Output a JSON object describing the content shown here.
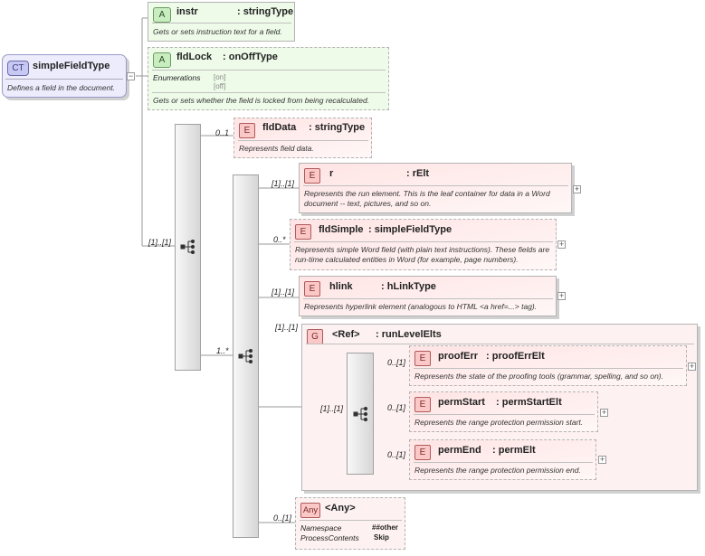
{
  "root": {
    "badge": "CT",
    "name": "simpleFieldType",
    "doc": "Defines a field in the document."
  },
  "attributes": [
    {
      "badge": "A",
      "name": "instr",
      "type": ": stringType",
      "doc": "Gets or sets instruction text for a field."
    },
    {
      "badge": "A",
      "name": "fldLock",
      "type": ": onOffType",
      "enum_label": "Enumerations",
      "enum_values": [
        "[on]",
        "[off]"
      ],
      "doc": "Gets or sets whether the field is locked from being recalculated."
    }
  ],
  "outer_sequence": {
    "cardinality": "[1]..[1]"
  },
  "fldData": {
    "badge": "E",
    "name": "fldData",
    "type": ": stringType",
    "cardinality": "0..1",
    "doc": "Represents field data."
  },
  "inner_choice": {
    "cardinality": "1..*"
  },
  "r": {
    "badge": "E",
    "name": "r",
    "type": ": rElt",
    "cardinality": "[1]..[1]",
    "doc": "Represents the run element. This is the leaf container for data in a Word document -- text, pictures, and so on."
  },
  "fldSimple": {
    "badge": "E",
    "name": "fldSimple",
    "type": ": simpleFieldType",
    "cardinality": "0..*",
    "doc": "Represents simple Word field (with plain text instructions). These fields are run-time calculated entities in Word (for example, page numbers)."
  },
  "hlink": {
    "badge": "E",
    "name": "hlink",
    "type": ": hLinkType",
    "cardinality": "[1]..[1]",
    "doc": "Represents hyperlink element (analogous to HTML <a href=...> tag)."
  },
  "group": {
    "badge": "G",
    "name": "<Ref>",
    "type": ": runLevelElts",
    "cardinality": "[1]..[1]",
    "inner_cardinality": "[1]..[1]"
  },
  "proofErr": {
    "badge": "E",
    "name": "proofErr",
    "type": ": proofErrElt",
    "cardinality": "0..[1]",
    "doc": "Represents the state of the proofing tools (grammar, spelling, and so on)."
  },
  "permStart": {
    "badge": "E",
    "name": "permStart",
    "type": ": permStartElt",
    "cardinality": "0..[1]",
    "doc": "Represents the range protection permission start."
  },
  "permEnd": {
    "badge": "E",
    "name": "permEnd",
    "type": ": permElt",
    "cardinality": "0..[1]",
    "doc": "Represents the range protection permission end."
  },
  "any": {
    "badge": "Any",
    "name": "<Any>",
    "cardinality": "0..[1]",
    "namespace_label": "Namespace",
    "namespace_value": "##other",
    "process_label": "ProcessContents",
    "process_value": "Skip"
  },
  "expand_symbol": "+",
  "collapse_symbol": "−"
}
